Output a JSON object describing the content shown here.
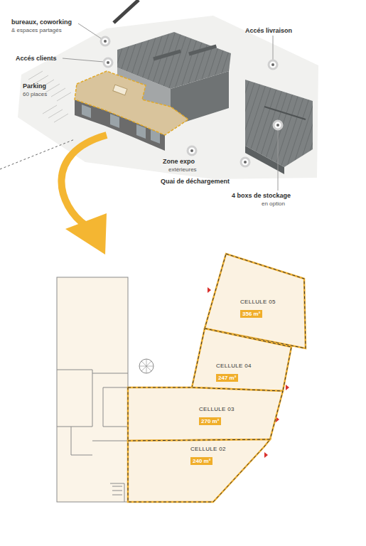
{
  "diagram": {
    "nodes": [
      {
        "text": [
          "CELLULE 05",
          "356 m²"
        ]
      },
      {
        "text": [
          "CELLULE 04",
          "247 m²"
        ]
      },
      {
        "text": [
          "CELLULE 03",
          "270 m²"
        ]
      },
      {
        "text": [
          "CELLULE 02",
          "240 m²"
        ]
      }
    ],
    "labels": [
      "bureaux, coworking",
      "& espaces partagés",
      "Accés clients",
      "Parking",
      "60 places",
      "Accés livraison",
      "Zone expo",
      "extérieures",
      "Quai de déchargement",
      "4 boxs de stockage",
      "en option"
    ]
  }
}
